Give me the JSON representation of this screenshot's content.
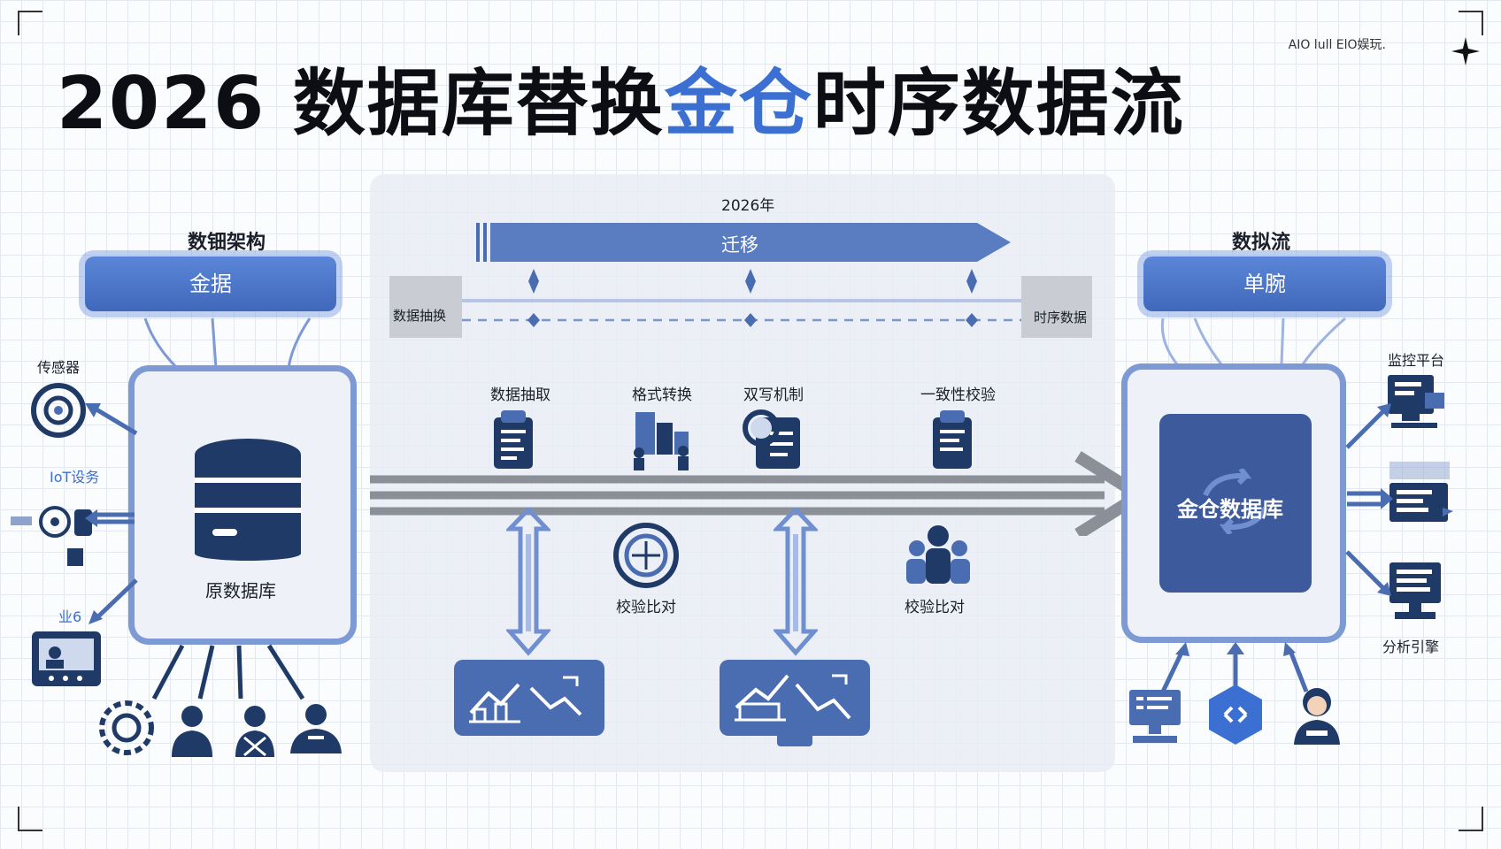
{
  "title": {
    "prefix": "2026 数据库替换",
    "accent": "金仓",
    "suffix": "时序数据流"
  },
  "brand": "AIO lull ElO娱玩.",
  "timeline": {
    "year": "2026年",
    "migrate": "迁移",
    "left_tag": "数据抽换",
    "right_tag": "时序数据"
  },
  "source": {
    "heading": "数钿架构",
    "pill": "金据",
    "db_label": "原数据库",
    "inputs": {
      "sensor": "传感器",
      "iot": "IoT设务",
      "other": "业6"
    }
  },
  "target": {
    "heading": "数拟流",
    "pill": "单腕",
    "db_label": "金仓数据库",
    "outputs": {
      "monitor": "监控平台",
      "analysis": "分析引擎"
    }
  },
  "steps": [
    "数据抽取",
    "格式转换",
    "双写机制",
    "一致性校验"
  ],
  "checks": [
    "校验比对",
    "校验比对"
  ],
  "colors": {
    "accent": "#3b6fd1",
    "navy": "#1f3a66",
    "mid": "#4a6cb0",
    "arrow": "#8a8f98"
  }
}
